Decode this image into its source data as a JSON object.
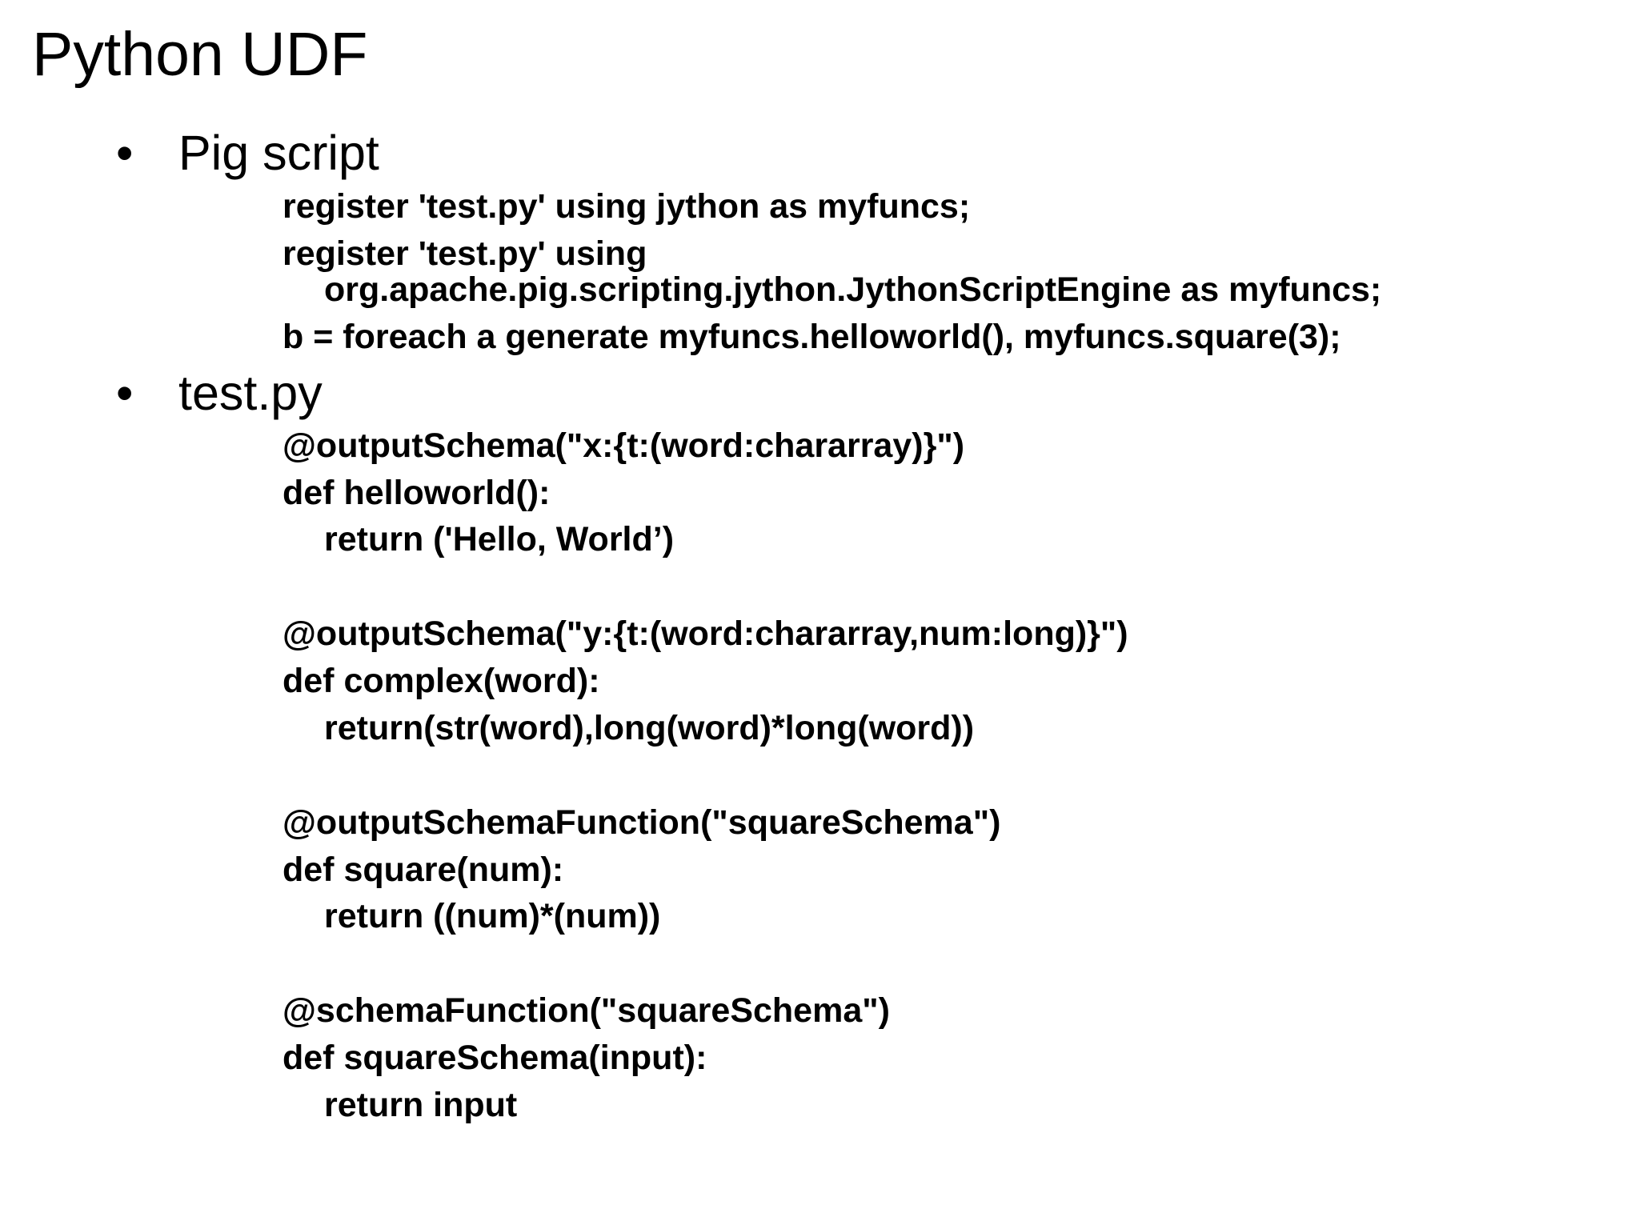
{
  "title": "Python UDF",
  "bullets": [
    {
      "marker": "•",
      "label": "Pig script",
      "lines": [
        "register 'test.py' using jython as myfuncs;",
        "register 'test.py' using",
        "org.apache.pig.scripting.jython.JythonScriptEngine as myfuncs;",
        "b = foreach a generate myfuncs.helloworld(), myfuncs.square(3);"
      ]
    },
    {
      "marker": "•",
      "label": "test.py",
      "lines": [
        "@outputSchema(\"x:{t:(word:chararray)}\")",
        "def helloworld():",
        "return ('Hello, World’)",
        "@outputSchema(\"y:{t:(word:chararray,num:long)}\")",
        "def complex(word):",
        "return(str(word),long(word)*long(word))",
        "@outputSchemaFunction(\"squareSchema\")",
        "def square(num):",
        "return ((num)*(num))",
        "@schemaFunction(\"squareSchema\")",
        "def squareSchema(input):",
        "return input"
      ]
    }
  ]
}
